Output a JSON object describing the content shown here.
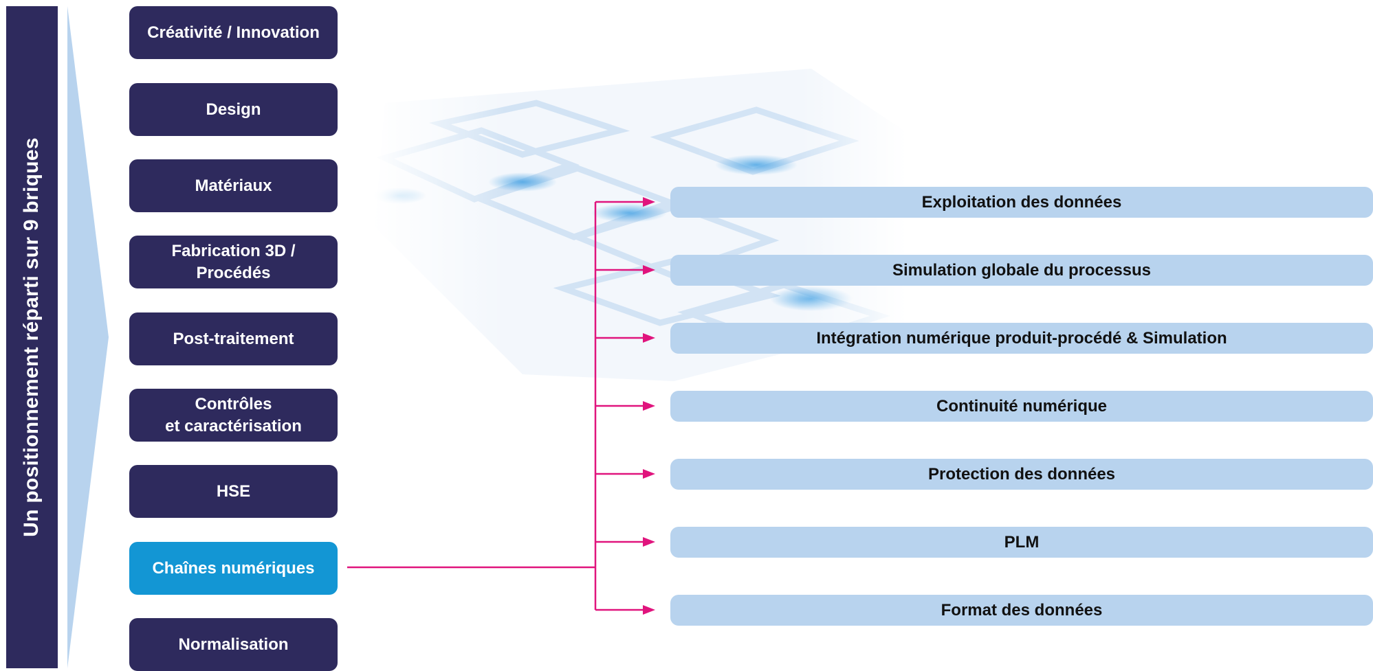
{
  "title": "Un positionnement réparti sur 9 briques",
  "bricks": [
    {
      "label": "Créativité / Innovation",
      "active": false
    },
    {
      "label": "Design",
      "active": false
    },
    {
      "label": "Matériaux",
      "active": false
    },
    {
      "label": "Fabrication 3D /\nProcédés",
      "active": false
    },
    {
      "label": "Post-traitement",
      "active": false
    },
    {
      "label": "Contrôles\net caractérisation",
      "active": false
    },
    {
      "label": "HSE",
      "active": false
    },
    {
      "label": "Chaînes numériques",
      "active": true
    },
    {
      "label": "Normalisation",
      "active": false
    }
  ],
  "branches": [
    {
      "label": "Exploitation des données"
    },
    {
      "label": "Simulation globale du processus"
    },
    {
      "label": "Intégration numérique produit-procédé & Simulation"
    },
    {
      "label": "Continuité numérique"
    },
    {
      "label": "Protection des données"
    },
    {
      "label": "PLM"
    },
    {
      "label": "Format des données"
    }
  ],
  "colors": {
    "brick": "#2e2a5d",
    "brick_active": "#1396d4",
    "branch": "#b8d3ee",
    "connector": "#e0147d",
    "wedge": "#b8d3ee"
  }
}
